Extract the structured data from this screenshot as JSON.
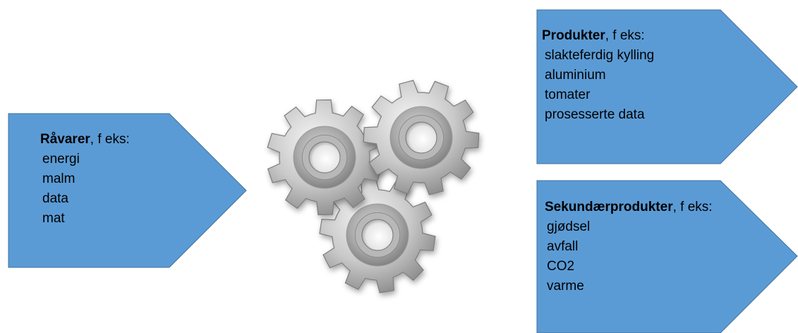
{
  "diagram": {
    "input": {
      "label": "Råvarer",
      "suffix": ", f eks:",
      "items": [
        "energi",
        "malm",
        "data",
        "mat"
      ]
    },
    "products": {
      "label": "Produkter",
      "suffix": ", f eks:",
      "items": [
        "slakteferdig kylling",
        "aluminium",
        "tomater",
        "prosesserte data"
      ]
    },
    "secondary": {
      "label": "Sekundærprodukter",
      "suffix": ", f eks:",
      "items": [
        "gjødsel",
        "avfall",
        "CO2",
        "varme"
      ]
    },
    "process_icon": "gears-icon",
    "colors": {
      "arrow_fill": "#5B9BD5",
      "arrow_stroke": "#41719C",
      "gear_light": "#e8e8e8",
      "gear_dark": "#8a8a8a"
    }
  }
}
